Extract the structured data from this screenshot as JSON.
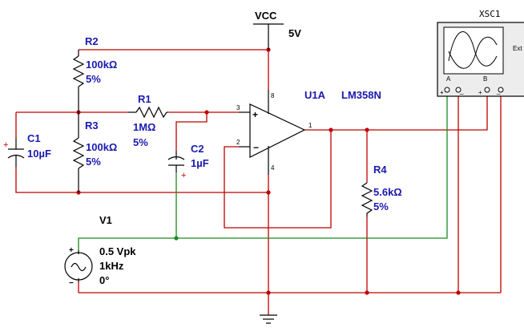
{
  "power": {
    "label": "VCC",
    "value": "5V"
  },
  "opamp": {
    "ref": "U1A",
    "part": "LM358N",
    "pin_noninv": "3",
    "pin_inv": "2",
    "pin_out": "1",
    "pin_vcc": "8",
    "pin_gnd": "4"
  },
  "r1": {
    "ref": "R1",
    "value": "1MΩ",
    "tol": "5%"
  },
  "r2": {
    "ref": "R2",
    "value": "100kΩ",
    "tol": "5%"
  },
  "r3": {
    "ref": "R3",
    "value": "100kΩ",
    "tol": "5%"
  },
  "r4": {
    "ref": "R4",
    "value": "5.6kΩ",
    "tol": "5%"
  },
  "c1": {
    "ref": "C1",
    "value": "10µF"
  },
  "c2": {
    "ref": "C2",
    "value": "1µF"
  },
  "v1": {
    "ref": "V1",
    "amplitude": "0.5 Vpk",
    "frequency": "1kHz",
    "phase": "0°"
  },
  "scope": {
    "ref": "XSC1",
    "ext_label": "Ext",
    "channel_a": "A",
    "channel_b": "B",
    "plus": "+",
    "minus": "_"
  },
  "colors": {
    "wire": "#c00000",
    "wire_input": "#1b8a1b",
    "label": "#1a1ab0"
  }
}
